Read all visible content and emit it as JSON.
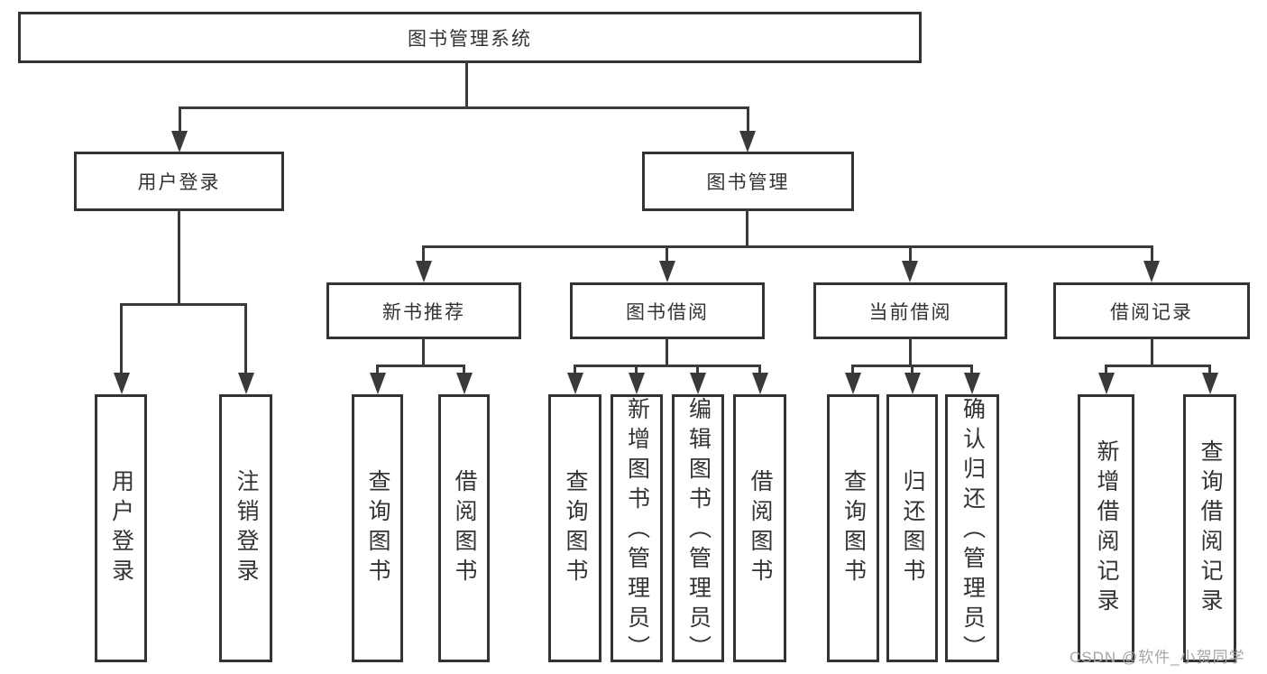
{
  "tree": {
    "label": "图书管理系统",
    "children": [
      {
        "label": "用户登录",
        "children": [
          {
            "label": "用户登录"
          },
          {
            "label": "注销登录"
          }
        ]
      },
      {
        "label": "图书管理",
        "children": [
          {
            "label": "新书推荐",
            "children": [
              {
                "label": "查询图书"
              },
              {
                "label": "借阅图书"
              }
            ]
          },
          {
            "label": "图书借阅",
            "children": [
              {
                "label": "查询图书"
              },
              {
                "label": "新增图书（管理员）"
              },
              {
                "label": "编辑图书（管理员）"
              },
              {
                "label": "借阅图书"
              }
            ]
          },
          {
            "label": "当前借阅",
            "children": [
              {
                "label": "查询图书"
              },
              {
                "label": "归还图书"
              },
              {
                "label": "确认归还（管理员）"
              }
            ]
          },
          {
            "label": "借阅记录",
            "children": [
              {
                "label": "新增借阅记录"
              },
              {
                "label": "查询借阅记录"
              }
            ]
          }
        ]
      }
    ]
  },
  "colors": {
    "line": "#3a3a3a",
    "border": "#333333",
    "text": "#333333",
    "watermark": "#a6a6a6"
  },
  "watermark": {
    "text": "CSDN @软件_小贺同学"
  }
}
